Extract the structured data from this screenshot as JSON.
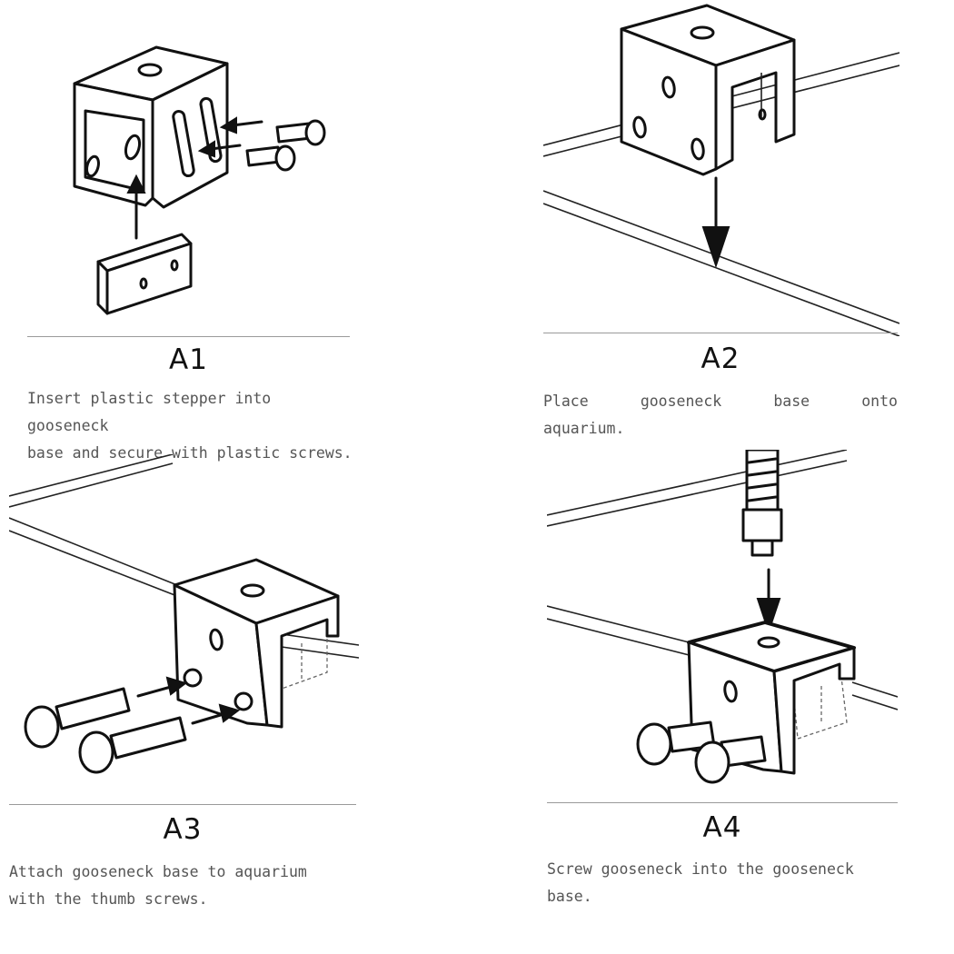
{
  "steps": [
    {
      "label": "A1",
      "text_line1": "Insert plastic stepper into gooseneck",
      "text_line2": "base and secure with plastic screws."
    },
    {
      "label": "A2",
      "text_line1": "Place gooseneck base onto",
      "text_line2": "aquarium."
    },
    {
      "label": "A3",
      "text_line1": "Attach gooseneck base to aquarium",
      "text_line2": "with the thumb screws."
    },
    {
      "label": "A4",
      "text_line1": "Screw gooseneck into the gooseneck",
      "text_line2": "base."
    }
  ]
}
